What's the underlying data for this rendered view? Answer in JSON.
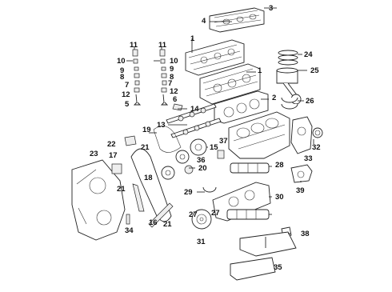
{
  "diagram": {
    "callouts": [
      {
        "id": "c1a",
        "text": "1"
      },
      {
        "id": "c1b",
        "text": "1"
      },
      {
        "id": "c2",
        "text": "2"
      },
      {
        "id": "c3",
        "text": "3"
      },
      {
        "id": "c4",
        "text": "4"
      },
      {
        "id": "c5",
        "text": "5"
      },
      {
        "id": "c6",
        "text": "6"
      },
      {
        "id": "c7a",
        "text": "7"
      },
      {
        "id": "c7b",
        "text": "7"
      },
      {
        "id": "c8a",
        "text": "8"
      },
      {
        "id": "c8b",
        "text": "8"
      },
      {
        "id": "c9a",
        "text": "9"
      },
      {
        "id": "c9b",
        "text": "9"
      },
      {
        "id": "c10a",
        "text": "10"
      },
      {
        "id": "c10b",
        "text": "10"
      },
      {
        "id": "c11a",
        "text": "11"
      },
      {
        "id": "c11b",
        "text": "11"
      },
      {
        "id": "c12a",
        "text": "12"
      },
      {
        "id": "c12b",
        "text": "12"
      },
      {
        "id": "c13",
        "text": "13"
      },
      {
        "id": "c14",
        "text": "14"
      },
      {
        "id": "c15",
        "text": "15"
      },
      {
        "id": "c16",
        "text": "16"
      },
      {
        "id": "c17",
        "text": "17"
      },
      {
        "id": "c18",
        "text": "18"
      },
      {
        "id": "c19",
        "text": "19"
      },
      {
        "id": "c20",
        "text": "20"
      },
      {
        "id": "c21a",
        "text": "21"
      },
      {
        "id": "c21b",
        "text": "21"
      },
      {
        "id": "c21c",
        "text": "21"
      },
      {
        "id": "c22",
        "text": "22"
      },
      {
        "id": "c23",
        "text": "23"
      },
      {
        "id": "c24",
        "text": "24"
      },
      {
        "id": "c25",
        "text": "25"
      },
      {
        "id": "c26",
        "text": "26"
      },
      {
        "id": "c27",
        "text": "27"
      },
      {
        "id": "c28",
        "text": "28"
      },
      {
        "id": "c29",
        "text": "29"
      },
      {
        "id": "c30",
        "text": "30"
      },
      {
        "id": "c31",
        "text": "31"
      },
      {
        "id": "c32",
        "text": "32"
      },
      {
        "id": "c33",
        "text": "33"
      },
      {
        "id": "c34",
        "text": "34"
      },
      {
        "id": "c35",
        "text": "35"
      },
      {
        "id": "c36",
        "text": "36"
      },
      {
        "id": "c37",
        "text": "37"
      },
      {
        "id": "c38",
        "text": "38"
      },
      {
        "id": "c39",
        "text": "39"
      }
    ]
  }
}
